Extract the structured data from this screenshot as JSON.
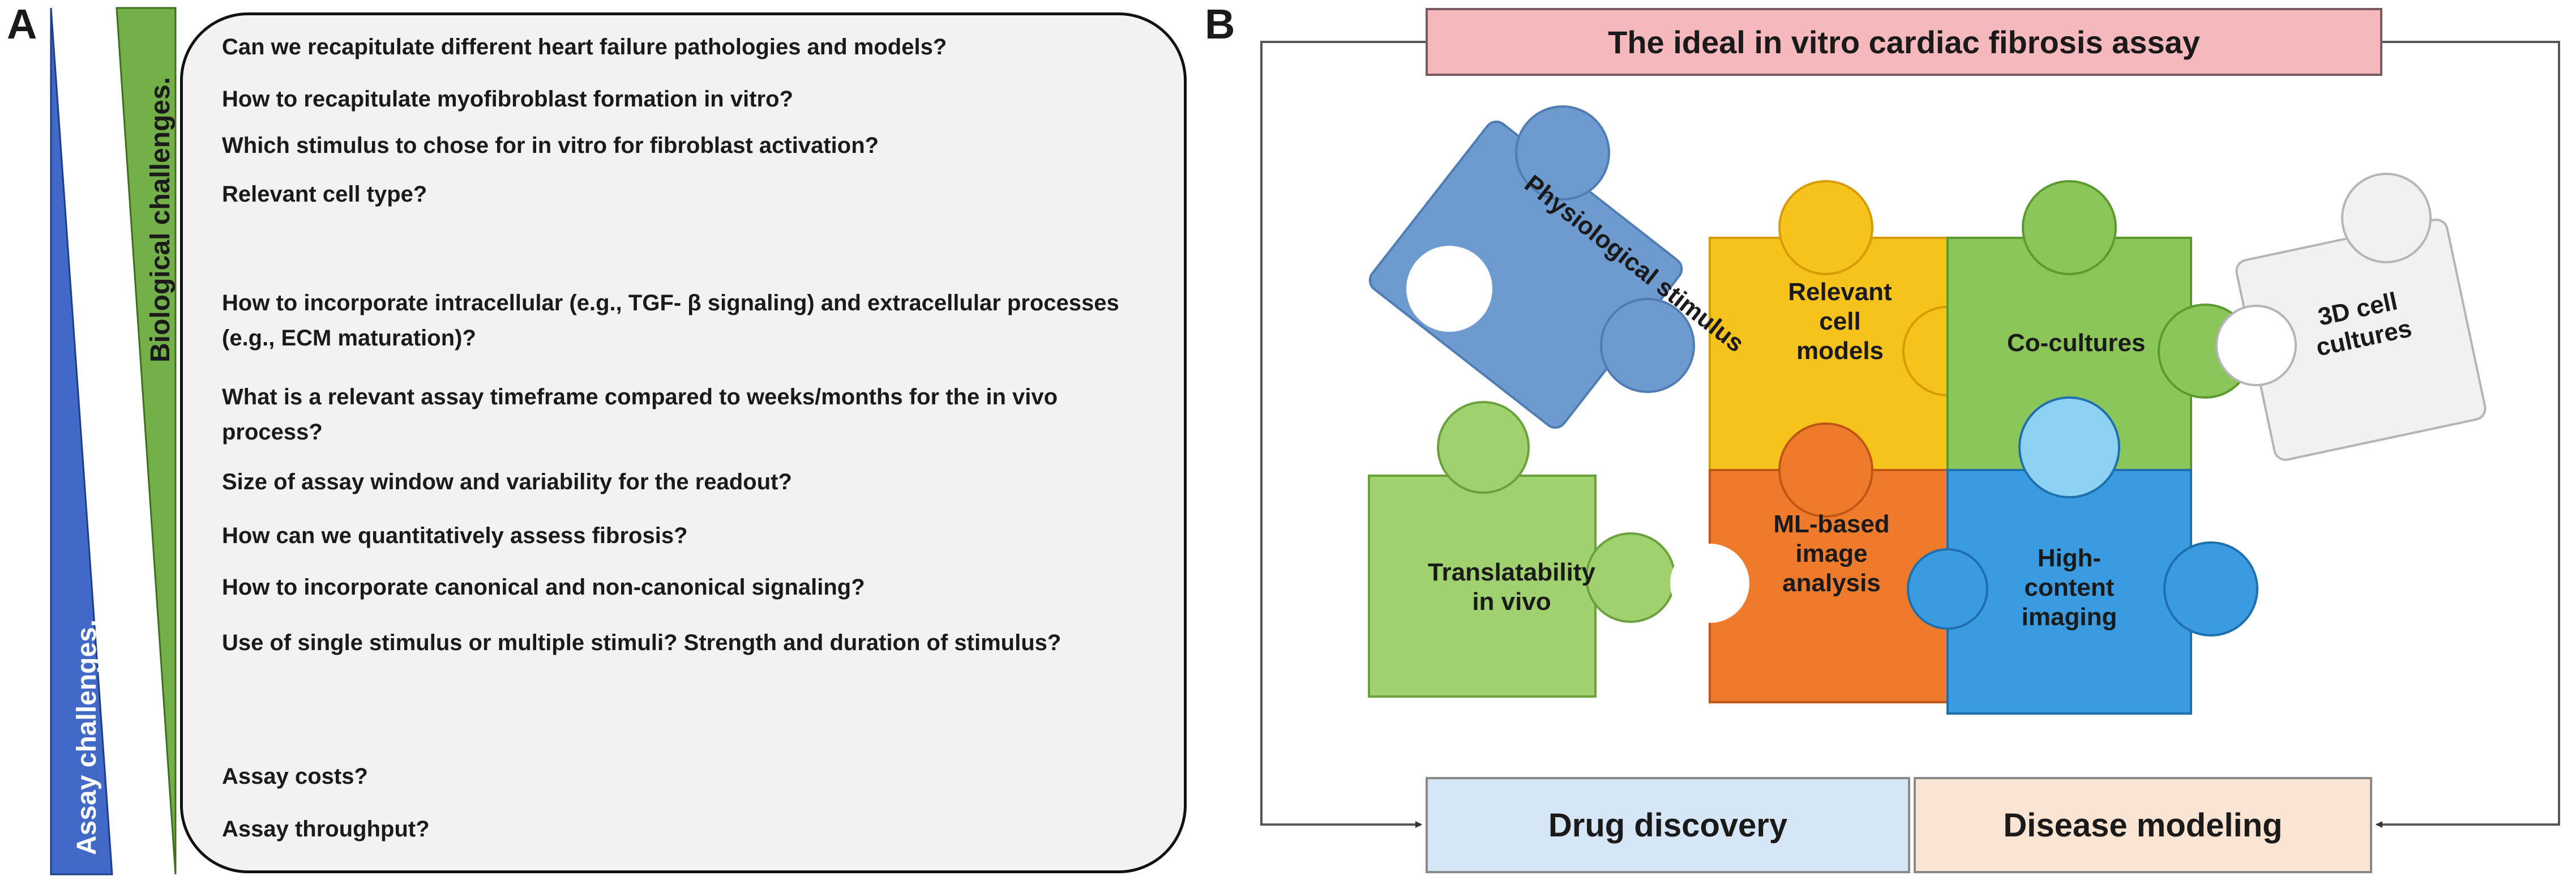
{
  "panel_a": {
    "letter": "A",
    "assay_label": "Assay challenges.",
    "biological_label": "Biological challenges.",
    "colors": {
      "assay_wedge": "#4169c8",
      "biological_wedge": "#74b04a"
    },
    "questions": [
      "Can we recapitulate different heart failure pathologies and models?",
      "How to recapitulate myofibroblast formation in vitro?",
      "Which stimulus to chose for in vitro for fibroblast activation?",
      "Relevant cell type?",
      "How to incorporate intracellular (e.g., TGF- β signaling) and extracellular processes (e.g., ECM maturation)?",
      "What is a relevant assay timeframe compared to weeks/months for the in vivo process?",
      "Size of assay window and variability for the readout?",
      "How can we quantitatively assess fibrosis?",
      "How to incorporate canonical and non-canonical signaling?",
      "Use of single stimulus or multiple stimuli? Strength and duration of stimulus?",
      "Assay costs?",
      "Assay throughput?"
    ]
  },
  "panel_b": {
    "letter": "B",
    "title": "The ideal in vitro cardiac fibrosis assay",
    "pieces": [
      {
        "label": "Physiological stimulus",
        "color": "#6d9bd0",
        "icon": "puzzle-piece-icon"
      },
      {
        "label": "Relevant cell models",
        "color": "#f6c21c",
        "icon": "puzzle-piece-icon"
      },
      {
        "label": "Co-cultures",
        "color": "#8cc65a",
        "icon": "puzzle-piece-icon"
      },
      {
        "label": "3D cell cultures",
        "color": "#f1f1f1",
        "icon": "puzzle-piece-icon"
      },
      {
        "label": "Translatability in vivo",
        "color": "#9fd26f",
        "icon": "puzzle-piece-icon"
      },
      {
        "label": "ML-based image analysis",
        "color": "#ee7a2c",
        "icon": "puzzle-piece-icon"
      },
      {
        "label": "High-content imaging",
        "color": "#3a9be0",
        "icon": "puzzle-piece-icon"
      }
    ],
    "outcomes": {
      "drug_discovery": "Drug discovery",
      "disease_modeling": "Disease modeling"
    }
  }
}
